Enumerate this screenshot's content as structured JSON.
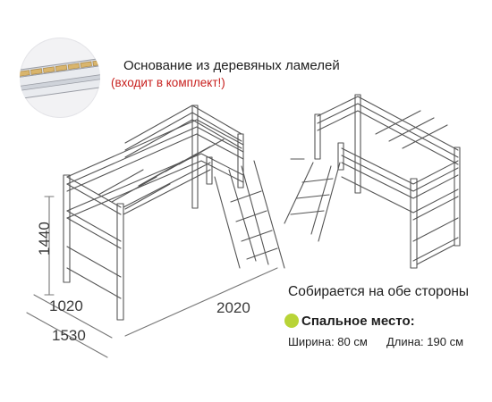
{
  "captions": {
    "base_title": "Основание из деревяных ламелей",
    "base_included": "(входит в комплект!)",
    "both_sides": "Собирается на обе стороны",
    "sleeping_place": "Спальное место:",
    "width": "Ширина: 80 см",
    "length": "Длина: 190 см"
  },
  "dimensions": {
    "height": "1440",
    "width_inner": "1020",
    "width_outer": "1530",
    "length": "2020"
  },
  "colors": {
    "caption": "#1e1e1e",
    "included_red": "#c8201e",
    "accent_green": "#b8d437",
    "line": "#555555"
  }
}
